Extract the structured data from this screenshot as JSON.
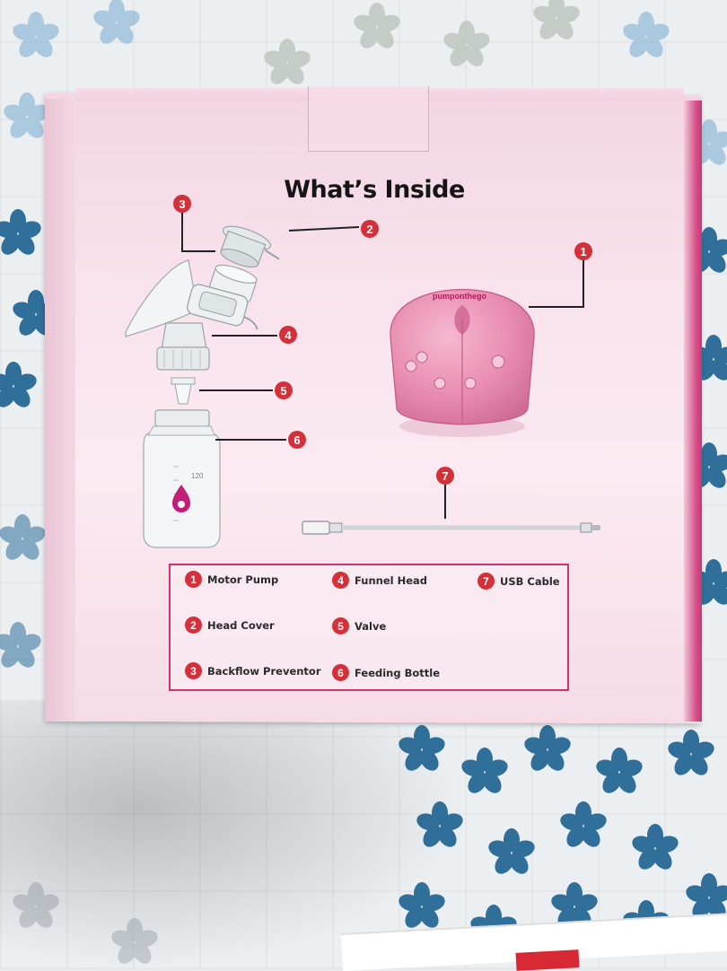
{
  "box": {
    "title": "What’s Inside",
    "brand": "pumponthego"
  },
  "callouts": [
    "1",
    "2",
    "3",
    "4",
    "5",
    "6",
    "7"
  ],
  "legend": {
    "items": [
      {
        "num": "1",
        "label": "Motor Pump"
      },
      {
        "num": "2",
        "label": "Head Cover"
      },
      {
        "num": "3",
        "label": "Backflow Preventor"
      },
      {
        "num": "4",
        "label": "Funnel Head"
      },
      {
        "num": "5",
        "label": "Valve"
      },
      {
        "num": "6",
        "label": "Feeding Bottle"
      },
      {
        "num": "7",
        "label": "USB Cable"
      }
    ]
  },
  "bottle_marks": [
    "120"
  ],
  "colors": {
    "accent": "#d3303a",
    "box_pink": "#f6dbe6",
    "legend_border": "#d2336d",
    "pump_pink": "#e88bb0",
    "flower_blue": "#2f6f9a"
  }
}
